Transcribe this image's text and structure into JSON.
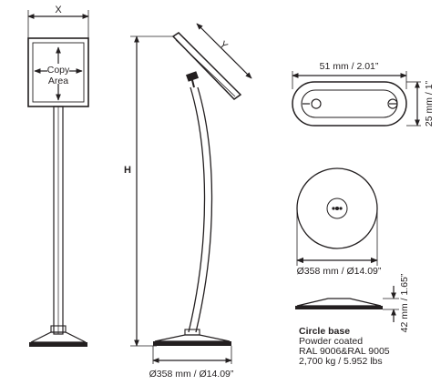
{
  "labels": {
    "x": "X",
    "y": "Y",
    "h": "H",
    "copy_line1": "Copy",
    "copy_line2": "Area",
    "clamp_width": "51 mm / 2.01”",
    "clamp_height": "25 mm / 1”",
    "base_top_diameter": "Ø358 mm / Ø14.09”",
    "base_thickness": "42 mm / 1.65”",
    "stand_base_diameter": "Ø358 mm / Ø14.09”"
  },
  "base_info": {
    "title": "Circle base",
    "line1": "Powder coated",
    "line2": "RAL 9006&RAL 9005",
    "line3": "2,700 kg / 5.952 lbs"
  },
  "colors": {
    "line": "#231f20",
    "fill_dark": "#231f20",
    "fill_light": "#ffffff"
  }
}
